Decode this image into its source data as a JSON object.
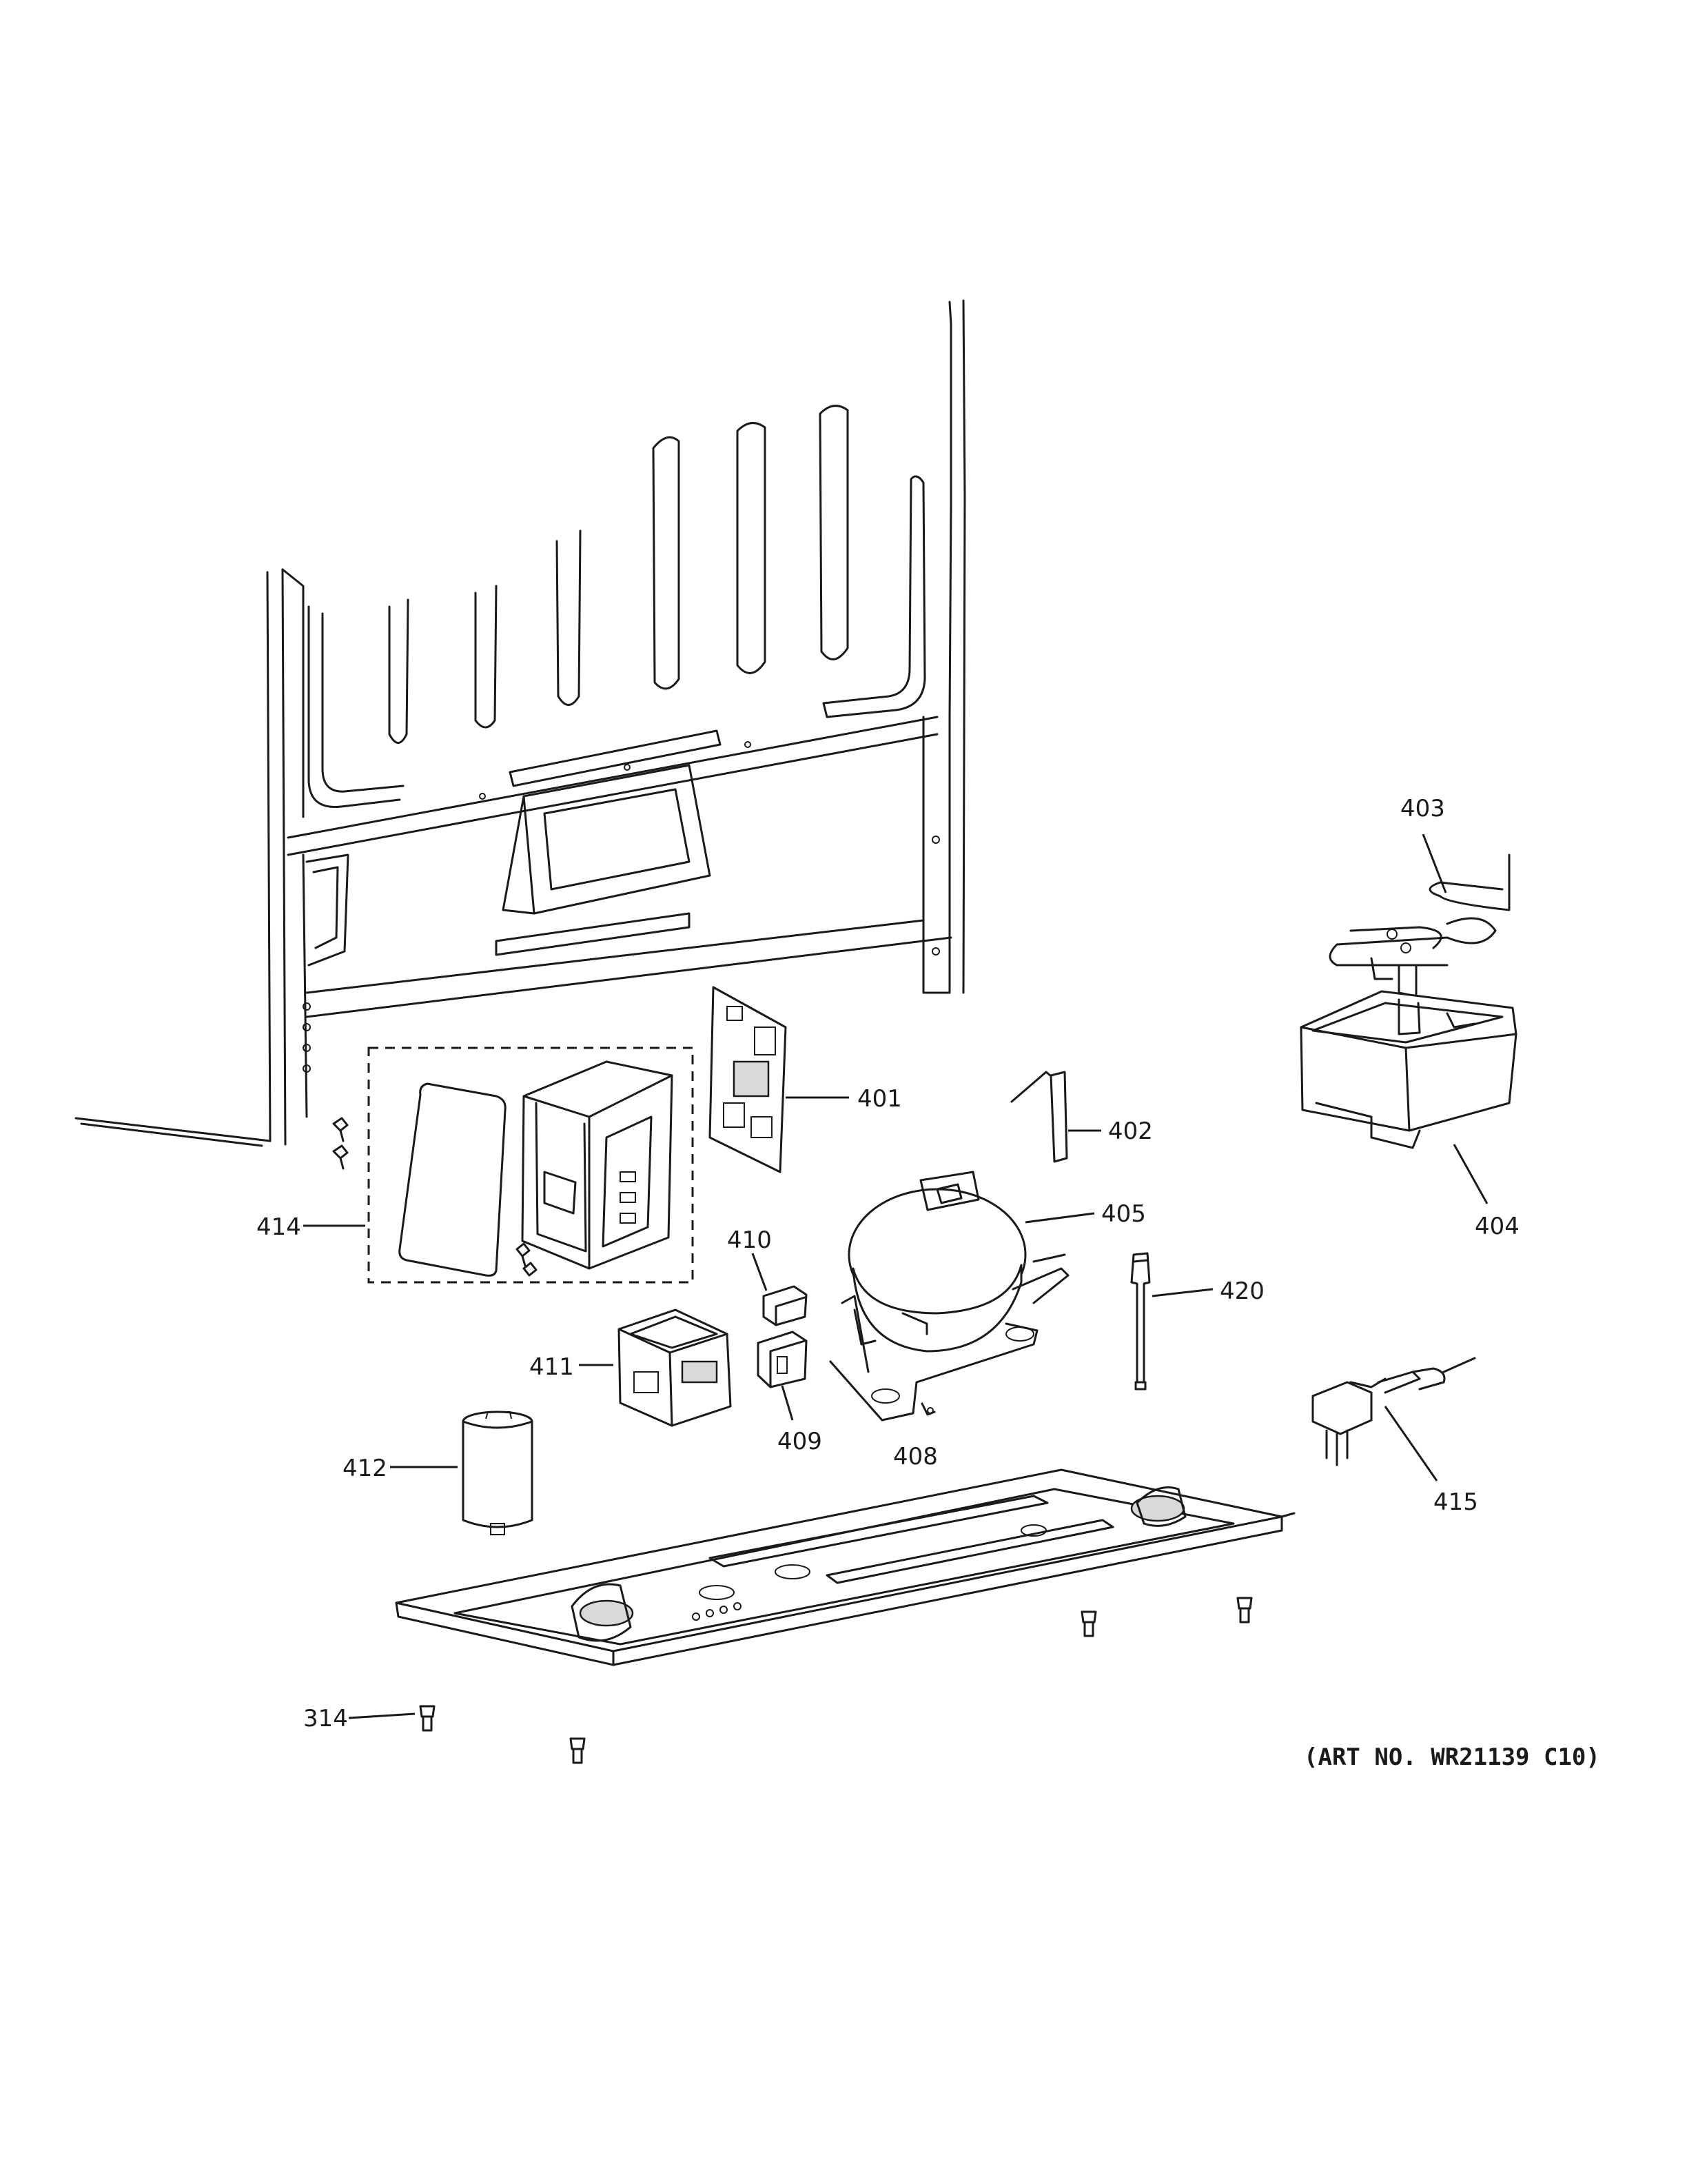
{
  "art_number": "(ART NO. WR21139 C10)",
  "callouts": {
    "c401": "401",
    "c402": "402",
    "c403": "403",
    "c404": "404",
    "c405": "405",
    "c408": "408",
    "c409": "409",
    "c410": "410",
    "c411": "411",
    "c412": "412",
    "c414": "414",
    "c415": "415",
    "c420": "420",
    "c314": "314"
  }
}
